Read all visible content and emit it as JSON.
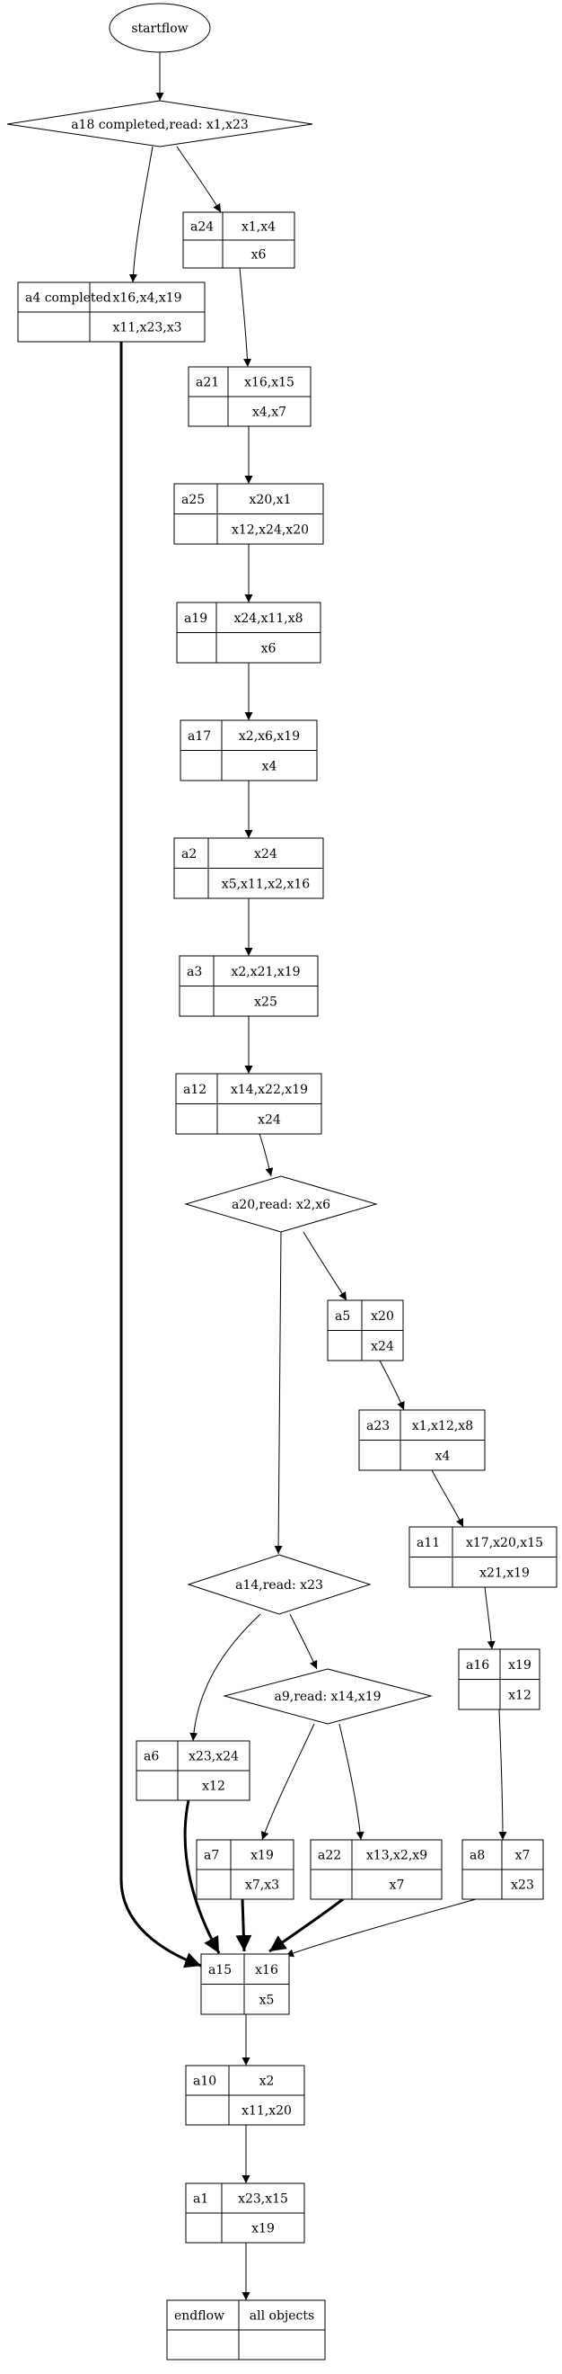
{
  "start": {
    "label": "startflow"
  },
  "decisions": [
    {
      "id": "d_a18",
      "label": "a18 completed,read: x1,x23"
    },
    {
      "id": "d_a20",
      "label": "a20,read: x2,x6"
    },
    {
      "id": "d_a14",
      "label": "a14,read: x23"
    },
    {
      "id": "d_a9",
      "label": "a9,read: x14,x19"
    }
  ],
  "tasks": [
    {
      "id": "a24",
      "name": "a24",
      "writes": "x1,x4",
      "reads": "x6"
    },
    {
      "id": "a4",
      "name": "a4 completed",
      "writes": "x16,x4,x19",
      "reads": "x11,x23,x3"
    },
    {
      "id": "a21",
      "name": "a21",
      "writes": "x16,x15",
      "reads": "x4,x7"
    },
    {
      "id": "a25",
      "name": "a25",
      "writes": "x20,x1",
      "reads": "x12,x24,x20"
    },
    {
      "id": "a19",
      "name": "a19",
      "writes": "x24,x11,x8",
      "reads": "x6"
    },
    {
      "id": "a17",
      "name": "a17",
      "writes": "x2,x6,x19",
      "reads": "x4"
    },
    {
      "id": "a2",
      "name": "a2",
      "writes": "x24",
      "reads": "x5,x11,x2,x16"
    },
    {
      "id": "a3",
      "name": "a3",
      "writes": "x2,x21,x19",
      "reads": "x25"
    },
    {
      "id": "a12",
      "name": "a12",
      "writes": "x14,x22,x19",
      "reads": "x24"
    },
    {
      "id": "a5",
      "name": "a5",
      "writes": "x20",
      "reads": "x24"
    },
    {
      "id": "a23",
      "name": "a23",
      "writes": "x1,x12,x8",
      "reads": "x4"
    },
    {
      "id": "a11",
      "name": "a11",
      "writes": "x17,x20,x15",
      "reads": "x21,x19"
    },
    {
      "id": "a16",
      "name": "a16",
      "writes": "x19",
      "reads": "x12"
    },
    {
      "id": "a6",
      "name": "a6",
      "writes": "x23,x24",
      "reads": "x12"
    },
    {
      "id": "a7",
      "name": "a7",
      "writes": "x19",
      "reads": "x7,x3"
    },
    {
      "id": "a22",
      "name": "a22",
      "writes": "x13,x2,x9",
      "reads": "x7"
    },
    {
      "id": "a8",
      "name": "a8",
      "writes": "x7",
      "reads": "x23"
    },
    {
      "id": "a15",
      "name": "a15",
      "writes": "x16",
      "reads": "x5"
    },
    {
      "id": "a10",
      "name": "a10",
      "writes": "x2",
      "reads": "x11,x20"
    },
    {
      "id": "a1",
      "name": "a1",
      "writes": "x23,x15",
      "reads": "x19"
    },
    {
      "id": "end",
      "name": "endflow",
      "writes": "all objects",
      "reads": ""
    }
  ]
}
